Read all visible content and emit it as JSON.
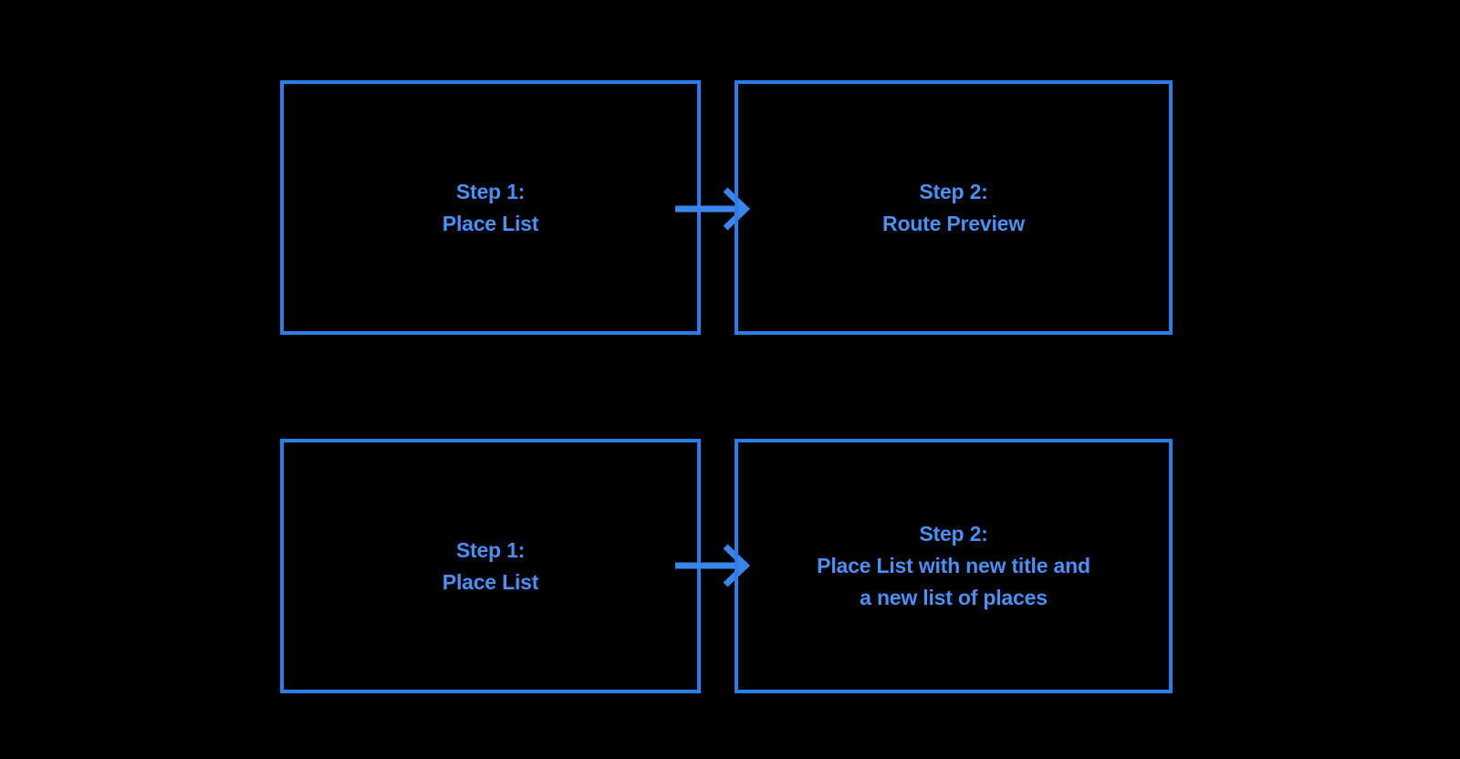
{
  "page": {
    "title": "Step flow diagram",
    "background_color": "#000000",
    "border_color": "#2b7de9",
    "text_color": "#4d8ff5",
    "arrow_color": "#3b86ed"
  },
  "flows": [
    {
      "id": "flow-route-preview",
      "from": {
        "step_number": "Step 1:",
        "name": "Place List",
        "label": "Step 1:\nPlace List"
      },
      "connector": {
        "icon": "arrow-right-icon",
        "direction": "right"
      },
      "to": {
        "step_number": "Step 2:",
        "name": "Route Preview",
        "label": "Step 2:\nRoute Preview"
      }
    },
    {
      "id": "flow-new-place-list",
      "from": {
        "step_number": "Step 1:",
        "name": "Place List",
        "label": "Step 1:\nPlace List"
      },
      "connector": {
        "icon": "arrow-right-icon",
        "direction": "right"
      },
      "to": {
        "step_number": "Step 2:",
        "name": "Place List with new title and a new list of places",
        "label": "Step 2:\nPlace List with new title and\na new list of places"
      }
    }
  ]
}
